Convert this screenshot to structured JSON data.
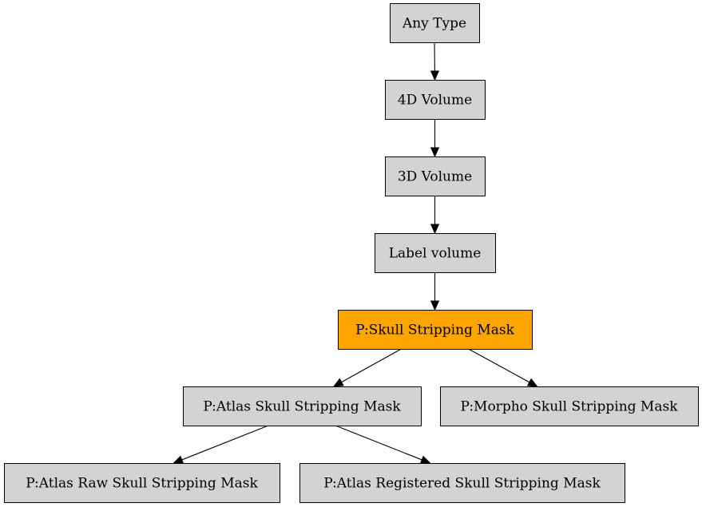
{
  "colors": {
    "node_fill": "#d3d3d3",
    "highlight_fill": "#ffa500",
    "stroke": "#000000"
  },
  "nodes": [
    {
      "id": "any-type",
      "label": "Any Type",
      "highlight": false
    },
    {
      "id": "4d-volume",
      "label": "4D Volume",
      "highlight": false
    },
    {
      "id": "3d-volume",
      "label": "3D Volume",
      "highlight": false
    },
    {
      "id": "label-volume",
      "label": "Label volume",
      "highlight": false
    },
    {
      "id": "skull-stripping-mask",
      "label": "P:Skull Stripping Mask",
      "highlight": true
    },
    {
      "id": "atlas-skull-stripping-mask",
      "label": "P:Atlas Skull Stripping Mask",
      "highlight": false
    },
    {
      "id": "morpho-skull-stripping-mask",
      "label": "P:Morpho Skull Stripping Mask",
      "highlight": false
    },
    {
      "id": "atlas-raw-skull-stripping-mask",
      "label": "P:Atlas Raw Skull Stripping Mask",
      "highlight": false
    },
    {
      "id": "atlas-registered-skull-stripping-mask",
      "label": "P:Atlas Registered Skull Stripping Mask",
      "highlight": false
    }
  ],
  "edges": [
    {
      "from": "any-type",
      "to": "4d-volume"
    },
    {
      "from": "4d-volume",
      "to": "3d-volume"
    },
    {
      "from": "3d-volume",
      "to": "label-volume"
    },
    {
      "from": "label-volume",
      "to": "skull-stripping-mask"
    },
    {
      "from": "skull-stripping-mask",
      "to": "atlas-skull-stripping-mask"
    },
    {
      "from": "skull-stripping-mask",
      "to": "morpho-skull-stripping-mask"
    },
    {
      "from": "atlas-skull-stripping-mask",
      "to": "atlas-raw-skull-stripping-mask"
    },
    {
      "from": "atlas-skull-stripping-mask",
      "to": "atlas-registered-skull-stripping-mask"
    }
  ]
}
